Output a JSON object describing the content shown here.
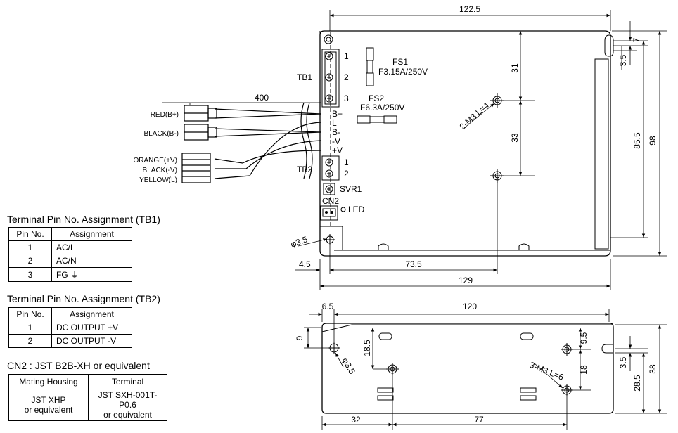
{
  "top_view": {
    "dims": {
      "width_top": "122.5",
      "width_bottom": "129",
      "hole_offset": "73.5",
      "left_offset": "4.5",
      "height_31": "31",
      "height_33": "33",
      "height_85_5": "85.5",
      "height_98": "98",
      "slot_7": "7",
      "slot_3_5": "3.5",
      "wire_length": "400",
      "hole_dia": "φ3.5",
      "screw_note": "2-M3 L=4"
    },
    "labels": {
      "tb1": "TB1",
      "tb2": "TB2",
      "fs1": "FS1",
      "fs1_rating": "F3.15A/250V",
      "fs2": "FS2",
      "fs2_rating": "F6.3A/250V",
      "svr1": "SVR1",
      "cn2": "CN2",
      "led": "LED",
      "tb1_pins": [
        "1",
        "2",
        "3"
      ],
      "tb2_pins": [
        "1",
        "2"
      ],
      "signals": [
        "B+",
        "L",
        "B-",
        "-V",
        "+V"
      ],
      "wires_left": [
        "RED(B+)",
        "BLACK(B-)"
      ],
      "wires_right": [
        "ORANGE(+V)",
        "BLACK(-V)",
        "YELLOW(L)"
      ]
    }
  },
  "side_view": {
    "dims": {
      "d_6_5": "6.5",
      "d_120": "120",
      "d_9": "9",
      "d_18_5": "18.5",
      "d_hole": "φ3.5",
      "d_9_5": "9.5",
      "d_18": "18",
      "d_3_5": "3.5",
      "d_28_5": "28.5",
      "d_38": "38",
      "d_32": "32",
      "d_77": "77",
      "screw_note": "3-M3 L=6"
    }
  },
  "tb1_table": {
    "title": "Terminal Pin No. Assignment (TB1)",
    "headers": [
      "Pin No.",
      "Assignment"
    ],
    "rows": [
      {
        "pin": "1",
        "assign": "AC/L"
      },
      {
        "pin": "2",
        "assign": "AC/N"
      },
      {
        "pin": "3",
        "assign": "FG ⏚"
      }
    ]
  },
  "tb2_table": {
    "title": "Terminal Pin No. Assignment (TB2)",
    "headers": [
      "Pin No.",
      "Assignment"
    ],
    "rows": [
      {
        "pin": "1",
        "assign": "DC OUTPUT +V"
      },
      {
        "pin": "2",
        "assign": "DC OUTPUT -V"
      }
    ]
  },
  "cn2_table": {
    "title": "CN2 : JST B2B-XH or equivalent",
    "headers": [
      "Mating Housing",
      "Terminal"
    ],
    "housing_line1": "JST XHP",
    "housing_line2": "or equivalent",
    "terminal_line1": "JST SXH-001T-P0.6",
    "terminal_line2": "or equivalent"
  }
}
